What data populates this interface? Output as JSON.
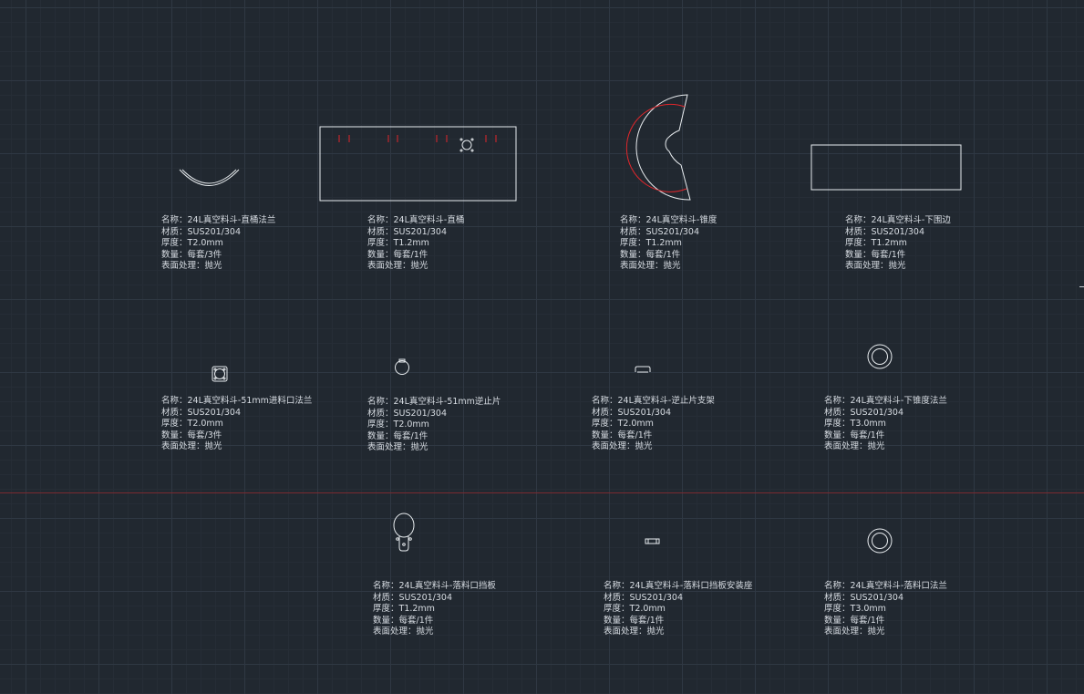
{
  "labels": {
    "name": "名称：",
    "material": "材质：",
    "thickness": "厚度：",
    "quantity": "数量：",
    "surface": "表面处理："
  },
  "parts": [
    {
      "name": "24L真空料斗-直桶法兰",
      "material": "SUS201/304",
      "thickness": "T2.0mm",
      "quantity": "每套/3件",
      "surface": "抛光"
    },
    {
      "name": "24L真空料斗-直桶",
      "material": "SUS201/304",
      "thickness": "T1.2mm",
      "quantity": "每套/1件",
      "surface": "抛光"
    },
    {
      "name": "24L真空料斗-锥度",
      "material": "SUS201/304",
      "thickness": "T1.2mm",
      "quantity": "每套/1件",
      "surface": "抛光"
    },
    {
      "name": "24L真空料斗-下围边",
      "material": "SUS201/304",
      "thickness": "T1.2mm",
      "quantity": "每套/1件",
      "surface": "抛光"
    },
    {
      "name": "24L真空料斗-51mm进料口法兰",
      "material": "SUS201/304",
      "thickness": "T2.0mm",
      "quantity": "每套/3件",
      "surface": "抛光"
    },
    {
      "name": "24L真空料斗-51mm逆止片",
      "material": "SUS201/304",
      "thickness": "T2.0mm",
      "quantity": "每套/1件",
      "surface": "抛光"
    },
    {
      "name": "24L真空料斗-逆止片支架",
      "material": "SUS201/304",
      "thickness": "T2.0mm",
      "quantity": "每套/1件",
      "surface": "抛光"
    },
    {
      "name": "24L真空料斗-下锥度法兰",
      "material": "SUS201/304",
      "thickness": "T3.0mm",
      "quantity": "每套/1件",
      "surface": "抛光"
    },
    {
      "name": "24L真空料斗-落料口挡板",
      "material": "SUS201/304",
      "thickness": "T1.2mm",
      "quantity": "每套/1件",
      "surface": "抛光"
    },
    {
      "name": "24L真空料斗-落料口挡板安装座",
      "material": "SUS201/304",
      "thickness": "T2.0mm",
      "quantity": "每套/1件",
      "surface": "抛光"
    },
    {
      "name": "24L真空料斗-落料口法兰",
      "material": "SUS201/304",
      "thickness": "T3.0mm",
      "quantity": "每套/1件",
      "surface": "抛光"
    }
  ],
  "colors": {
    "background": "#212830",
    "outline": "#e8ecef",
    "bend_line": "#e0262b",
    "text": "#d8dde3"
  }
}
